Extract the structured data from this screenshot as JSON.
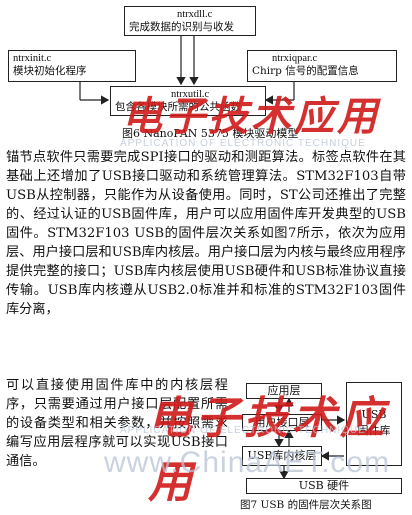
{
  "fig6": {
    "box_top": {
      "name": "ntrxdll.c",
      "desc": "完成数据的识别与收发"
    },
    "box_left": {
      "name": "ntrxinit.c",
      "desc": "模块初始化程序"
    },
    "box_right": {
      "name": "ntrxiqpar.c",
      "desc": "Chirp 信号的配置信息"
    },
    "box_bottom": {
      "name": "ntrxutil.c",
      "desc": "包含各模块所需的公共函数"
    },
    "caption": "图6  NanoPAN 5375 模块驱动模型"
  },
  "paragraph_1": "锚节点软件只需要完成SPI接口的驱动和测距算法。标签点软件在其基础上还增加了USB接口驱动和系统管理算法。STM32F103自带USB从控制器，只能作为从设备使用。同时，ST公司还推出了完整的、经过认证的USB固件库，用户可以应用固件库开发典型的USB固件。STM32F103 USB的固件层次关系如图7所示，依次为应用层、用户接口层和USB库内核层。用户接口层为内核与最终应用程序提供完整的接口；USB库内核层使用USB硬件和USB标准协议直接传输。USB库内核遵从USB2.0标准并和标准的STM32F103固件库分离，",
  "paragraph_2": "可以直接使用固件库中的内核层程序，只需要通过用户接口层配置所需的设备类型和相关参数，并按照需求编写应用层程序就可以实现USB接口通信。",
  "fig7": {
    "app_layer": "应用层",
    "user_iface_layer": "用户接口层",
    "usb_fw_lib": "USB\n固件库",
    "usb_core_layer": "USB库内核层",
    "usb_hw": "USB 硬件",
    "caption": "图7   USB 的固件层次关系图"
  },
  "watermark": {
    "logo": "电子技术应用",
    "english": "APPLICATION OF ELECTRONIC TECHNIQUE",
    "url": "www.ChinaAET.com"
  }
}
